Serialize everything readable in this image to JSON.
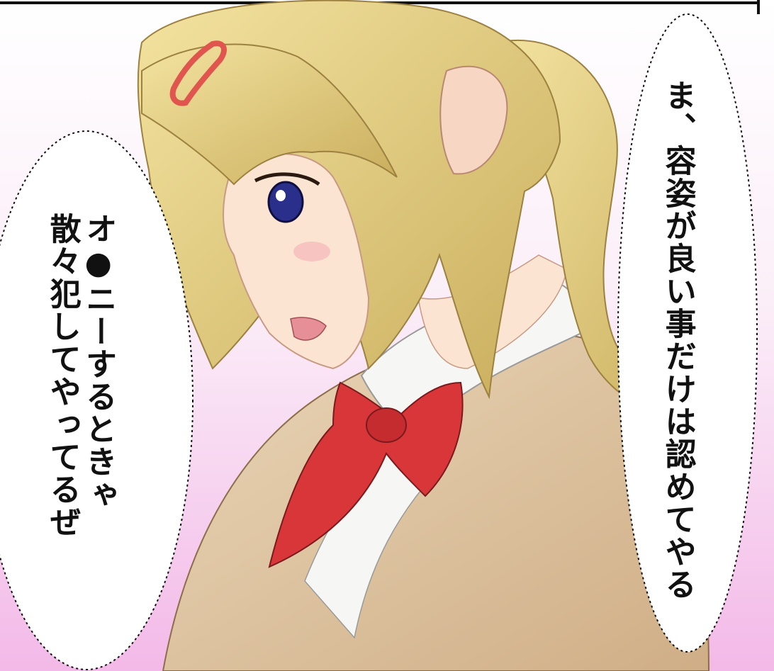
{
  "panel": {
    "background_gradient": [
      "#ffffff",
      "#f4c6ec"
    ],
    "border_color": "#111111"
  },
  "bubbles": {
    "right": {
      "lines": [
        "ま、容姿が良い事だけは認めてやる"
      ]
    },
    "left": {
      "lines": [
        "オ●ニーするときゃ",
        "散々犯してやってるぜ"
      ]
    }
  },
  "character": {
    "hair_color": "#e8d27a",
    "hairclip_color": "#e0554e",
    "eye_color": "#2a2f8c",
    "ribbon_color": "#d9363a",
    "cardigan_color": "#d9bd98",
    "collar_color": "#f6f6f4",
    "skin_color": "#fbe4d2"
  }
}
